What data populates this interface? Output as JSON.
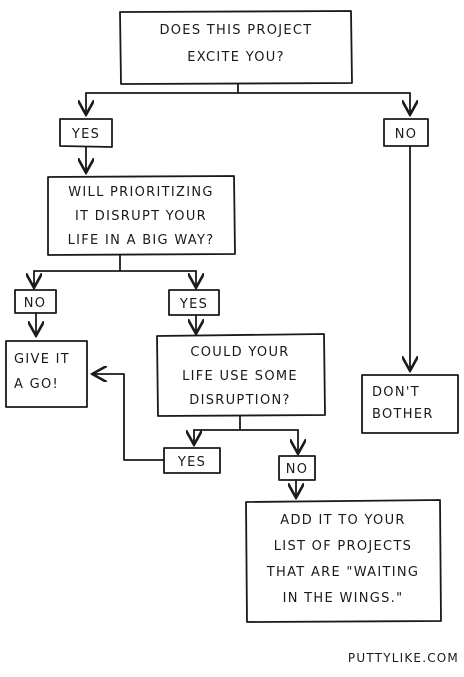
{
  "nodes": {
    "q1": {
      "lines": [
        "DOES THIS PROJECT",
        "EXCITE YOU?"
      ]
    },
    "yes1": {
      "lines": [
        "YES"
      ]
    },
    "no1": {
      "lines": [
        "NO"
      ]
    },
    "q2": {
      "lines": [
        "WILL PRIORITIZING",
        "IT DISRUPT YOUR",
        "LIFE IN A BIG WAY?"
      ]
    },
    "no2": {
      "lines": [
        "NO"
      ]
    },
    "yes2": {
      "lines": [
        "YES"
      ]
    },
    "give": {
      "lines": [
        "GIVE IT",
        "A GO!"
      ]
    },
    "q3": {
      "lines": [
        "COULD YOUR",
        "LIFE USE SOME",
        "DISRUPTION?"
      ]
    },
    "dont": {
      "lines": [
        "DON'T",
        "BOTHER"
      ]
    },
    "yes3": {
      "lines": [
        "YES"
      ]
    },
    "no3": {
      "lines": [
        "NO"
      ]
    },
    "add": {
      "lines": [
        "ADD IT TO YOUR",
        "LIST OF PROJECTS",
        "THAT ARE \"WAITING",
        "IN THE WINGS.\""
      ]
    }
  },
  "credit": "PUTTYLIKE.COM"
}
